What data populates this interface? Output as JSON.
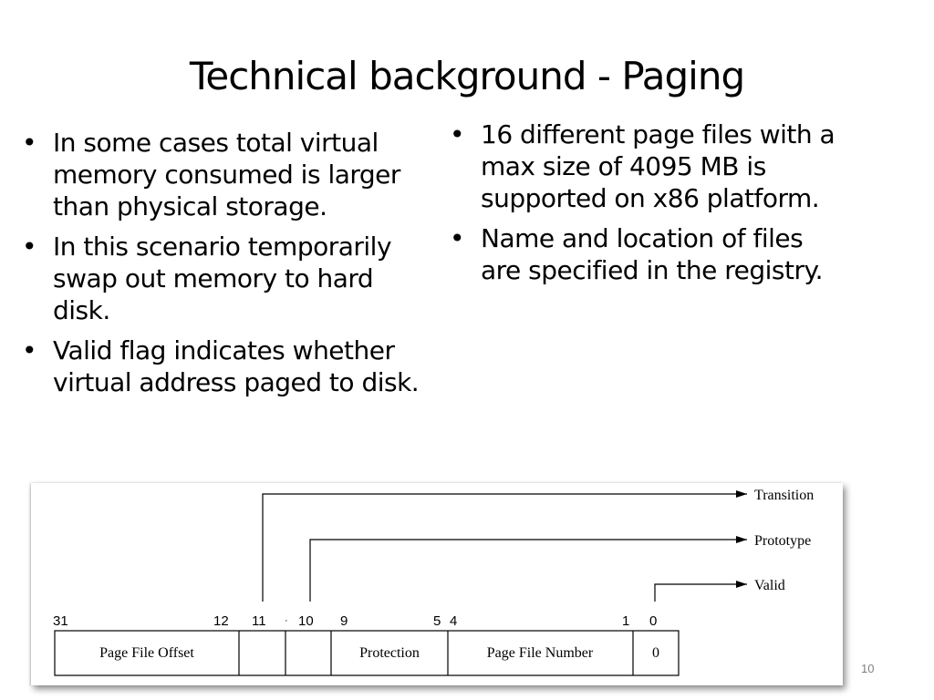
{
  "slide": {
    "title": "Technical background - Paging",
    "number": "10"
  },
  "left_bullets": [
    "In some cases total virtual memory consumed is larger than physical storage.",
    "In this scenario temporarily swap out memory to hard disk.",
    "Valid flag indicates whether virtual address paged to disk."
  ],
  "right_bullets": [
    "16 different page files with a max size of 4095 MB is supported on x86 platform.",
    "Name and location of files are specified in the registry."
  ],
  "diagram": {
    "flags": [
      "Transition",
      "Prototype",
      "Valid"
    ],
    "bit_labels": [
      "31",
      "12",
      "11",
      "·",
      "10",
      "9",
      "5",
      "4",
      "1",
      "0"
    ],
    "fields": [
      "Page File Offset",
      "",
      "",
      "Protection",
      "Page File Number",
      "0"
    ]
  }
}
